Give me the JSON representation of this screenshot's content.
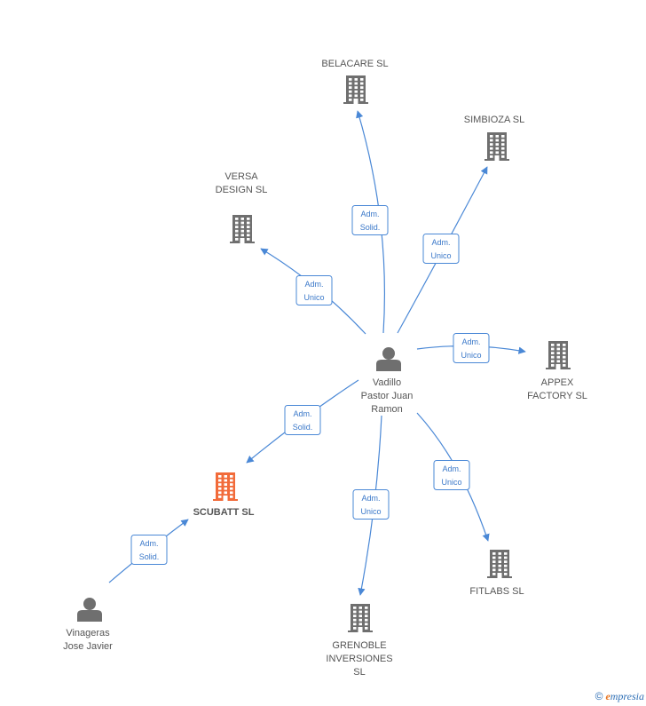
{
  "colors": {
    "edge": "#4a88d6",
    "company": "#6f6f6f",
    "focus_company": "#f26b3a",
    "person": "#6f6f6f"
  },
  "nodes": [
    {
      "id": "vadillo",
      "kind": "person",
      "label": [
        "Vadillo",
        "Pastor Juan",
        "Ramon"
      ],
      "icon": "person-icon"
    },
    {
      "id": "belacare",
      "kind": "company",
      "label": [
        "BELACARE SL"
      ],
      "icon": "building-icon"
    },
    {
      "id": "simbioza",
      "kind": "company",
      "label": [
        "SIMBIOZA  SL"
      ],
      "icon": "building-icon"
    },
    {
      "id": "versa",
      "kind": "company",
      "label": [
        "VERSA",
        "DESIGN SL"
      ],
      "icon": "building-icon"
    },
    {
      "id": "appex",
      "kind": "company",
      "label": [
        "APPEX",
        "FACTORY  SL"
      ],
      "icon": "building-icon"
    },
    {
      "id": "scubatt",
      "kind": "company",
      "focus": true,
      "label": [
        "SCUBATT  SL"
      ],
      "icon": "building-icon"
    },
    {
      "id": "fitlabs",
      "kind": "company",
      "label": [
        "FITLABS  SL"
      ],
      "icon": "building-icon"
    },
    {
      "id": "grenoble",
      "kind": "company",
      "label": [
        "GRENOBLE",
        "INVERSIONES",
        "SL"
      ],
      "icon": "building-icon"
    },
    {
      "id": "vinageras",
      "kind": "person",
      "label": [
        "Vinageras",
        "Jose Javier"
      ],
      "icon": "person-icon"
    }
  ],
  "edges": [
    {
      "from": "vadillo",
      "to": "belacare",
      "label": [
        "Adm.",
        "Solid."
      ]
    },
    {
      "from": "vadillo",
      "to": "simbioza",
      "label": [
        "Adm.",
        "Unico"
      ]
    },
    {
      "from": "vadillo",
      "to": "versa",
      "label": [
        "Adm.",
        "Unico"
      ]
    },
    {
      "from": "vadillo",
      "to": "appex",
      "label": [
        "Adm.",
        "Unico"
      ]
    },
    {
      "from": "vadillo",
      "to": "scubatt",
      "label": [
        "Adm.",
        "Solid."
      ]
    },
    {
      "from": "vadillo",
      "to": "grenoble",
      "label": [
        "Adm.",
        "Unico"
      ]
    },
    {
      "from": "vadillo",
      "to": "fitlabs",
      "label": [
        "Adm.",
        "Unico"
      ]
    },
    {
      "from": "vinageras",
      "to": "scubatt",
      "label": [
        "Adm.",
        "Solid."
      ]
    }
  ],
  "brand": {
    "copyright": "©",
    "initial": "e",
    "name": "mpresia"
  }
}
